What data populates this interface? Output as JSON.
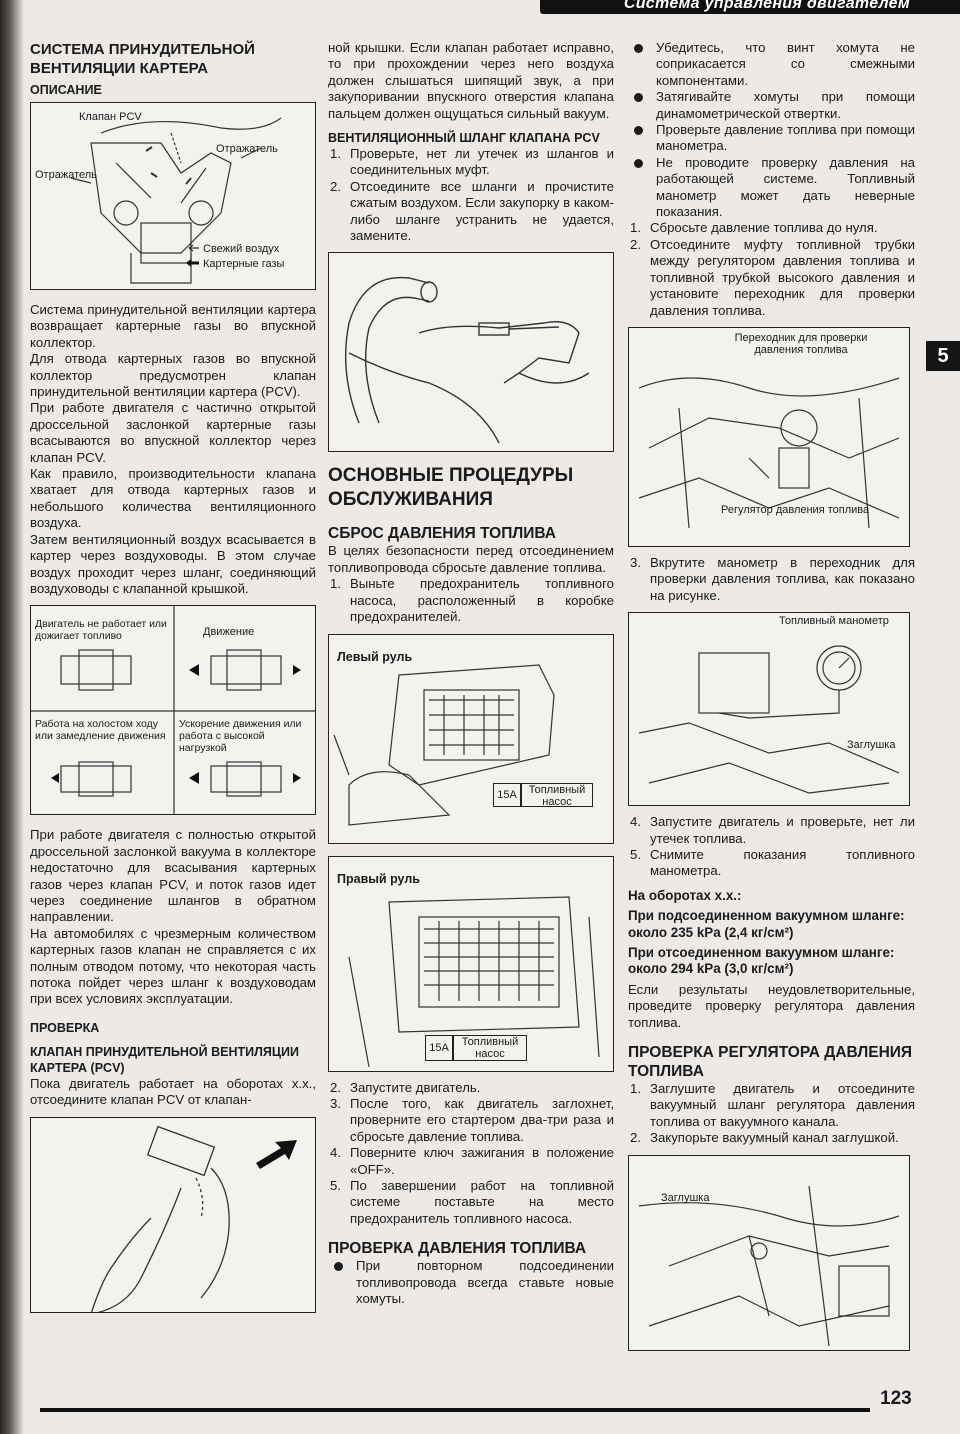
{
  "header": {
    "title": "Система управления двигателем"
  },
  "side_tab": "5",
  "page_number": "123",
  "col1": {
    "section_title": "СИСТЕМА ПРИНУДИТЕЛЬНОЙ ВЕНТИЛЯЦИИ КАРТЕРА",
    "description_heading": "ОПИСАНИЕ",
    "fig1": {
      "pcv_valve": "Клапан PCV",
      "reflector_right": "Отражатель",
      "reflector_left": "Отражатель",
      "fresh_air": "Свежий воздух",
      "crankcase_gases": "Картерные газы"
    },
    "para1": "Система принудительной вентиляции картера возвращает картерные газы во впускной коллектор.",
    "para2": "Для отвода картерных газов во впускной коллектор предусмотрен клапан принудительной вентиляции картера (PCV).",
    "para3": "При работе двигателя с частично открытой дроссельной заслонкой картерные газы всасываются во впускной коллектор через клапан PCV.",
    "para4": "Как правило, производительности клапана хватает для отвода картерных газов и небольшого количества вентиляционного воздуха.",
    "para5": "Затем вентиляционный воздух всасывается в картер через воздуховоды. В этом случае воздух проходит через шланг, соединяющий воздуховоды с клапанной крышкой.",
    "fig2": {
      "engine_off": "Двигатель не работает или дожигает топливо",
      "driving": "Движение",
      "idle": "Работа на холостом ходу или замедление движения",
      "acceleration": "Ускорение движения или работа с высокой нагрузкой"
    },
    "para6": "При работе двигателя с полностью открытой дроссельной заслонкой вакуума в коллекторе недостаточно для всасывания картерных газов через клапан PCV, и поток газов идет через соединение шлангов в обратном направлении.",
    "para7": "На автомобилях с чрезмерным количеством картерных газов клапан не справляется с их полным отводом потому, что некоторая часть потока пойдет через шланг к воздуховодам при всех условиях эксплуатации.",
    "check_heading": "ПРОВЕРКА",
    "pcv_heading": "КЛАПАН ПРИНУДИТЕЛЬНОЙ ВЕНТИЛЯЦИИ КАРТЕРА (PCV)",
    "para8": "Пока двигатель работает на оборотах х.х., отсоедините клапан PCV от клапан-"
  },
  "col2": {
    "para_cont": "ной крышки. Если клапан работает исправно, то при прохождении через него воздуха должен слышаться шипящий звук, а при закупоривании впускного отверстия клапана пальцем должен ощущаться сильный вакуум.",
    "hose_heading": "ВЕНТИЛЯЦИОННЫЙ ШЛАНГ КЛАПАНА PCV",
    "hose_steps": [
      "Проверьте, нет ли утечек из шлангов и соединительных муфт.",
      "Отсоедините все шланги и прочистите сжатым воздухом. Если закупорку в каком-либо шланге устранить не удается, замените."
    ],
    "main_heading": "ОСНОВНЫЕ ПРОЦЕДУРЫ ОБСЛУЖИВАНИЯ",
    "reset_heading": "СБРОС ДАВЛЕНИЯ ТОПЛИВА",
    "reset_intro": "В целях безопасности перед отсоединением топливопровода сбросьте давление топлива.",
    "reset_step1": "Выньте предохранитель топливного насоса, расположенный в коробке предохранителей.",
    "fig_left": {
      "title": "Левый руль",
      "fuse": "15A",
      "pump": "Топливный насос"
    },
    "fig_right": {
      "title": "Правый руль",
      "fuse": "15A",
      "pump": "Топливный насос"
    },
    "reset_steps_2_5": [
      "Запустите двигатель.",
      "После того, как двигатель заглохнет, проверните его стартером два-три раза и сбросьте давление топлива.",
      "Поверните ключ зажигания в положение «OFF».",
      "По завершении работ на топливной системе поставьте на место предохранитель топливного насоса."
    ],
    "pressure_heading": "ПРОВЕРКА ДАВЛЕНИЯ ТОПЛИВА",
    "pressure_bullet1": "При повторном подсоединении топливопровода всегда ставьте новые хомуты."
  },
  "col3": {
    "bullets": [
      "Убедитесь, что винт хомута не соприкасается со смежными компонентами.",
      "Затягивайте хомуты при помощи динамометрической отвертки.",
      "Проверьте давление топлива при помощи манометра.",
      "Не проводите проверку давления на работающей системе. Топливный манометр может дать неверные показания."
    ],
    "steps_1_2": [
      "Сбросьте давление топлива до нуля.",
      "Отсоедините муфту топливной трубки между регулятором давления топлива и топливной трубкой высокого давления и установите переходник для проверки давления топлива."
    ],
    "fig_adapter": {
      "adapter": "Переходник для проверки давления топлива",
      "regulator": "Регулятор давления топлива"
    },
    "step3": "Вкрутите манометр в переходник для проверки давления топлива, как показано на рисунке.",
    "fig_gauge": {
      "gauge": "Топливный манометр",
      "plug": "Заглушка"
    },
    "steps_4_5": [
      "Запустите двигатель и проверьте, нет ли утечек топлива.",
      "Снимите показания топливного манометра."
    ],
    "idle_label": "На оборотах х.х.:",
    "connected": "При подсоединенном вакуумном шланге: около 235 kPa (2,4 кг/см²)",
    "disconnected": "При отсоединенном вакуумном шланге: около 294 kPa (3,0 кг/см²)",
    "result_para": "Если результаты неудовлетворительные, проведите проверку регулятора давления топлива.",
    "reg_heading": "ПРОВЕРКА РЕГУЛЯТОРА ДАВЛЕНИЯ ТОПЛИВА",
    "reg_steps": [
      "Заглушите двигатель и отсоедините вакуумный шланг регулятора давления топлива от вакуумного канала.",
      "Закупорьте вакуумный канал заглушкой."
    ],
    "fig_plug": {
      "plug": "Заглушка"
    }
  }
}
